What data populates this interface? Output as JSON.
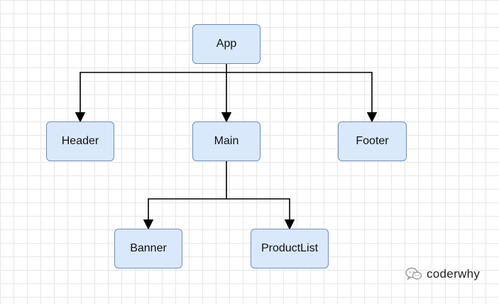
{
  "diagram": {
    "nodes": {
      "app": "App",
      "header": "Header",
      "main": "Main",
      "footer": "Footer",
      "banner": "Banner",
      "productlist": "ProductList"
    },
    "edges": [
      {
        "from": "App",
        "to": "Header"
      },
      {
        "from": "App",
        "to": "Main"
      },
      {
        "from": "App",
        "to": "Footer"
      },
      {
        "from": "Main",
        "to": "Banner"
      },
      {
        "from": "Main",
        "to": "ProductList"
      }
    ],
    "colors": {
      "node_fill": "#dae8fc",
      "node_border": "#6c8ebf",
      "edge": "#000000",
      "grid": "#e6e6e6"
    }
  },
  "watermark": {
    "icon": "wechat-icon",
    "text": "coderwhy"
  }
}
